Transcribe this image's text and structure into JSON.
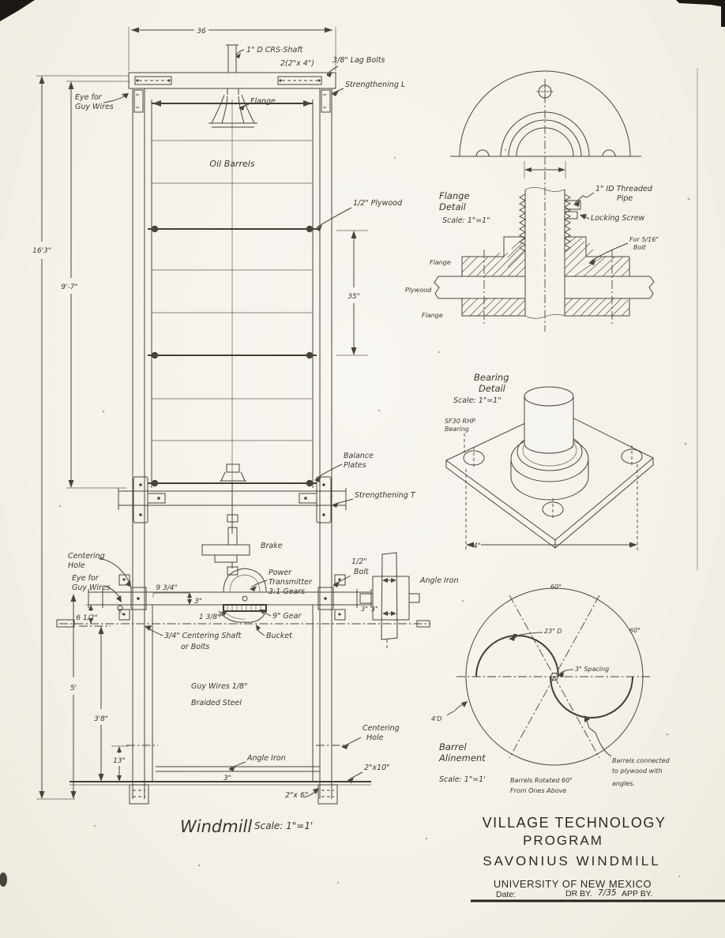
{
  "windmill": {
    "title": "Windmill",
    "scale": "Scale: 1\"=1'",
    "dims": {
      "width_top": "36",
      "height_total": "16'3\"",
      "rotor_height": "9'-7\"",
      "rotor_section": "35\"",
      "lower_height": "5'",
      "guy_height": "3'8\"",
      "base_offset": "13\"",
      "hub_offset": "6 1/2\"",
      "shaft_left": "9 3/4\"",
      "beam_depth": "3\"",
      "shaft_dia": "1 3/8\"",
      "angle_a": "3\"",
      "angle_b": "3\"",
      "angle_leg": "3\""
    },
    "labels": {
      "shaft": "1\" D CRS-Shaft",
      "two_by_four": "2(2\"x 4\")",
      "lag_bolts": "3/8\" Lag Bolts",
      "strengthening_l": "Strengthening L",
      "flange": "Flange",
      "eye_guy_top_1": "Eye for",
      "eye_guy_top_2": "Guy Wires",
      "oil_barrels": "Oil Barrels",
      "plywood": "1/2\" Plywood",
      "balance_1": "Balance",
      "balance_2": "Plates",
      "strengthening_t": "Strengthening T",
      "brake": "Brake",
      "power_1": "Power",
      "power_2": "Transmitter",
      "power_3": "3:1 Gears",
      "half_bolt_1": "1/2\"",
      "half_bolt_2": "Bolt",
      "angle_iron_side": "Angle Iron",
      "gear": "9\" Gear",
      "centering_shaft_1": "3/4\" Centering Shaft",
      "centering_shaft_2": "or Bolts",
      "bucket": "Bucket",
      "centering_hole_1": "Centering",
      "centering_hole_2": "Hole",
      "eye_guy_low_1": "Eye for",
      "eye_guy_low_2": "Guy Wires",
      "guy_wires_1": "Guy Wires 1/8\"",
      "guy_wires_2": "Braided Steel",
      "angle_iron_bottom": "Angle Iron",
      "centering_hole_r1": "Centering",
      "centering_hole_r2": "Hole",
      "two_by_ten": "2\"x10\"",
      "two_by_six": "2\"x 6\""
    }
  },
  "flange_detail": {
    "title_1": "Flange",
    "title_2": "Detail",
    "scale": "Scale: 1\"=1\"",
    "threaded_pipe_1": "1\" ID Threaded",
    "threaded_pipe_2": "Pipe",
    "locking_screw": "Locking Screw",
    "bolt_1": "For 5/16\"",
    "bolt_2": "Bolt",
    "flange_top": "Flange",
    "plywood": "Plywood",
    "flange_bottom": "Flange"
  },
  "bearing_detail": {
    "title_1": "Bearing",
    "title_2": "Detail",
    "scale": "Scale: 1\"=1\"",
    "bearing_1": "SF30 RHP",
    "bearing_2": "Bearing",
    "dim_width": "4\""
  },
  "barrel_alinement": {
    "title_1": "Barrel",
    "title_2": "Alinement",
    "scale": "Scale: 1\"=1'",
    "angle_top": "60°",
    "angle_right": "60°",
    "barrel_dia": "23\" D",
    "spacing": "3\" Spacing",
    "circle_dia": "4'D",
    "note_rotated_1": "Barrels Rotated 60°",
    "note_rotated_2": "From Ones Above",
    "note_connected_1": "Barrels connected",
    "note_connected_2": "to plywood with",
    "note_connected_3": "angles."
  },
  "title_block": {
    "org_1": "VILLAGE TECHNOLOGY",
    "org_2": "PROGRAM",
    "title": "SAVONIUS WINDMILL",
    "university": "UNIVERSITY OF NEW MEXICO",
    "date_label": "Date:",
    "drawn_label": "DR BY.",
    "drawn_value": "7/35",
    "approved_label": "APP BY."
  }
}
